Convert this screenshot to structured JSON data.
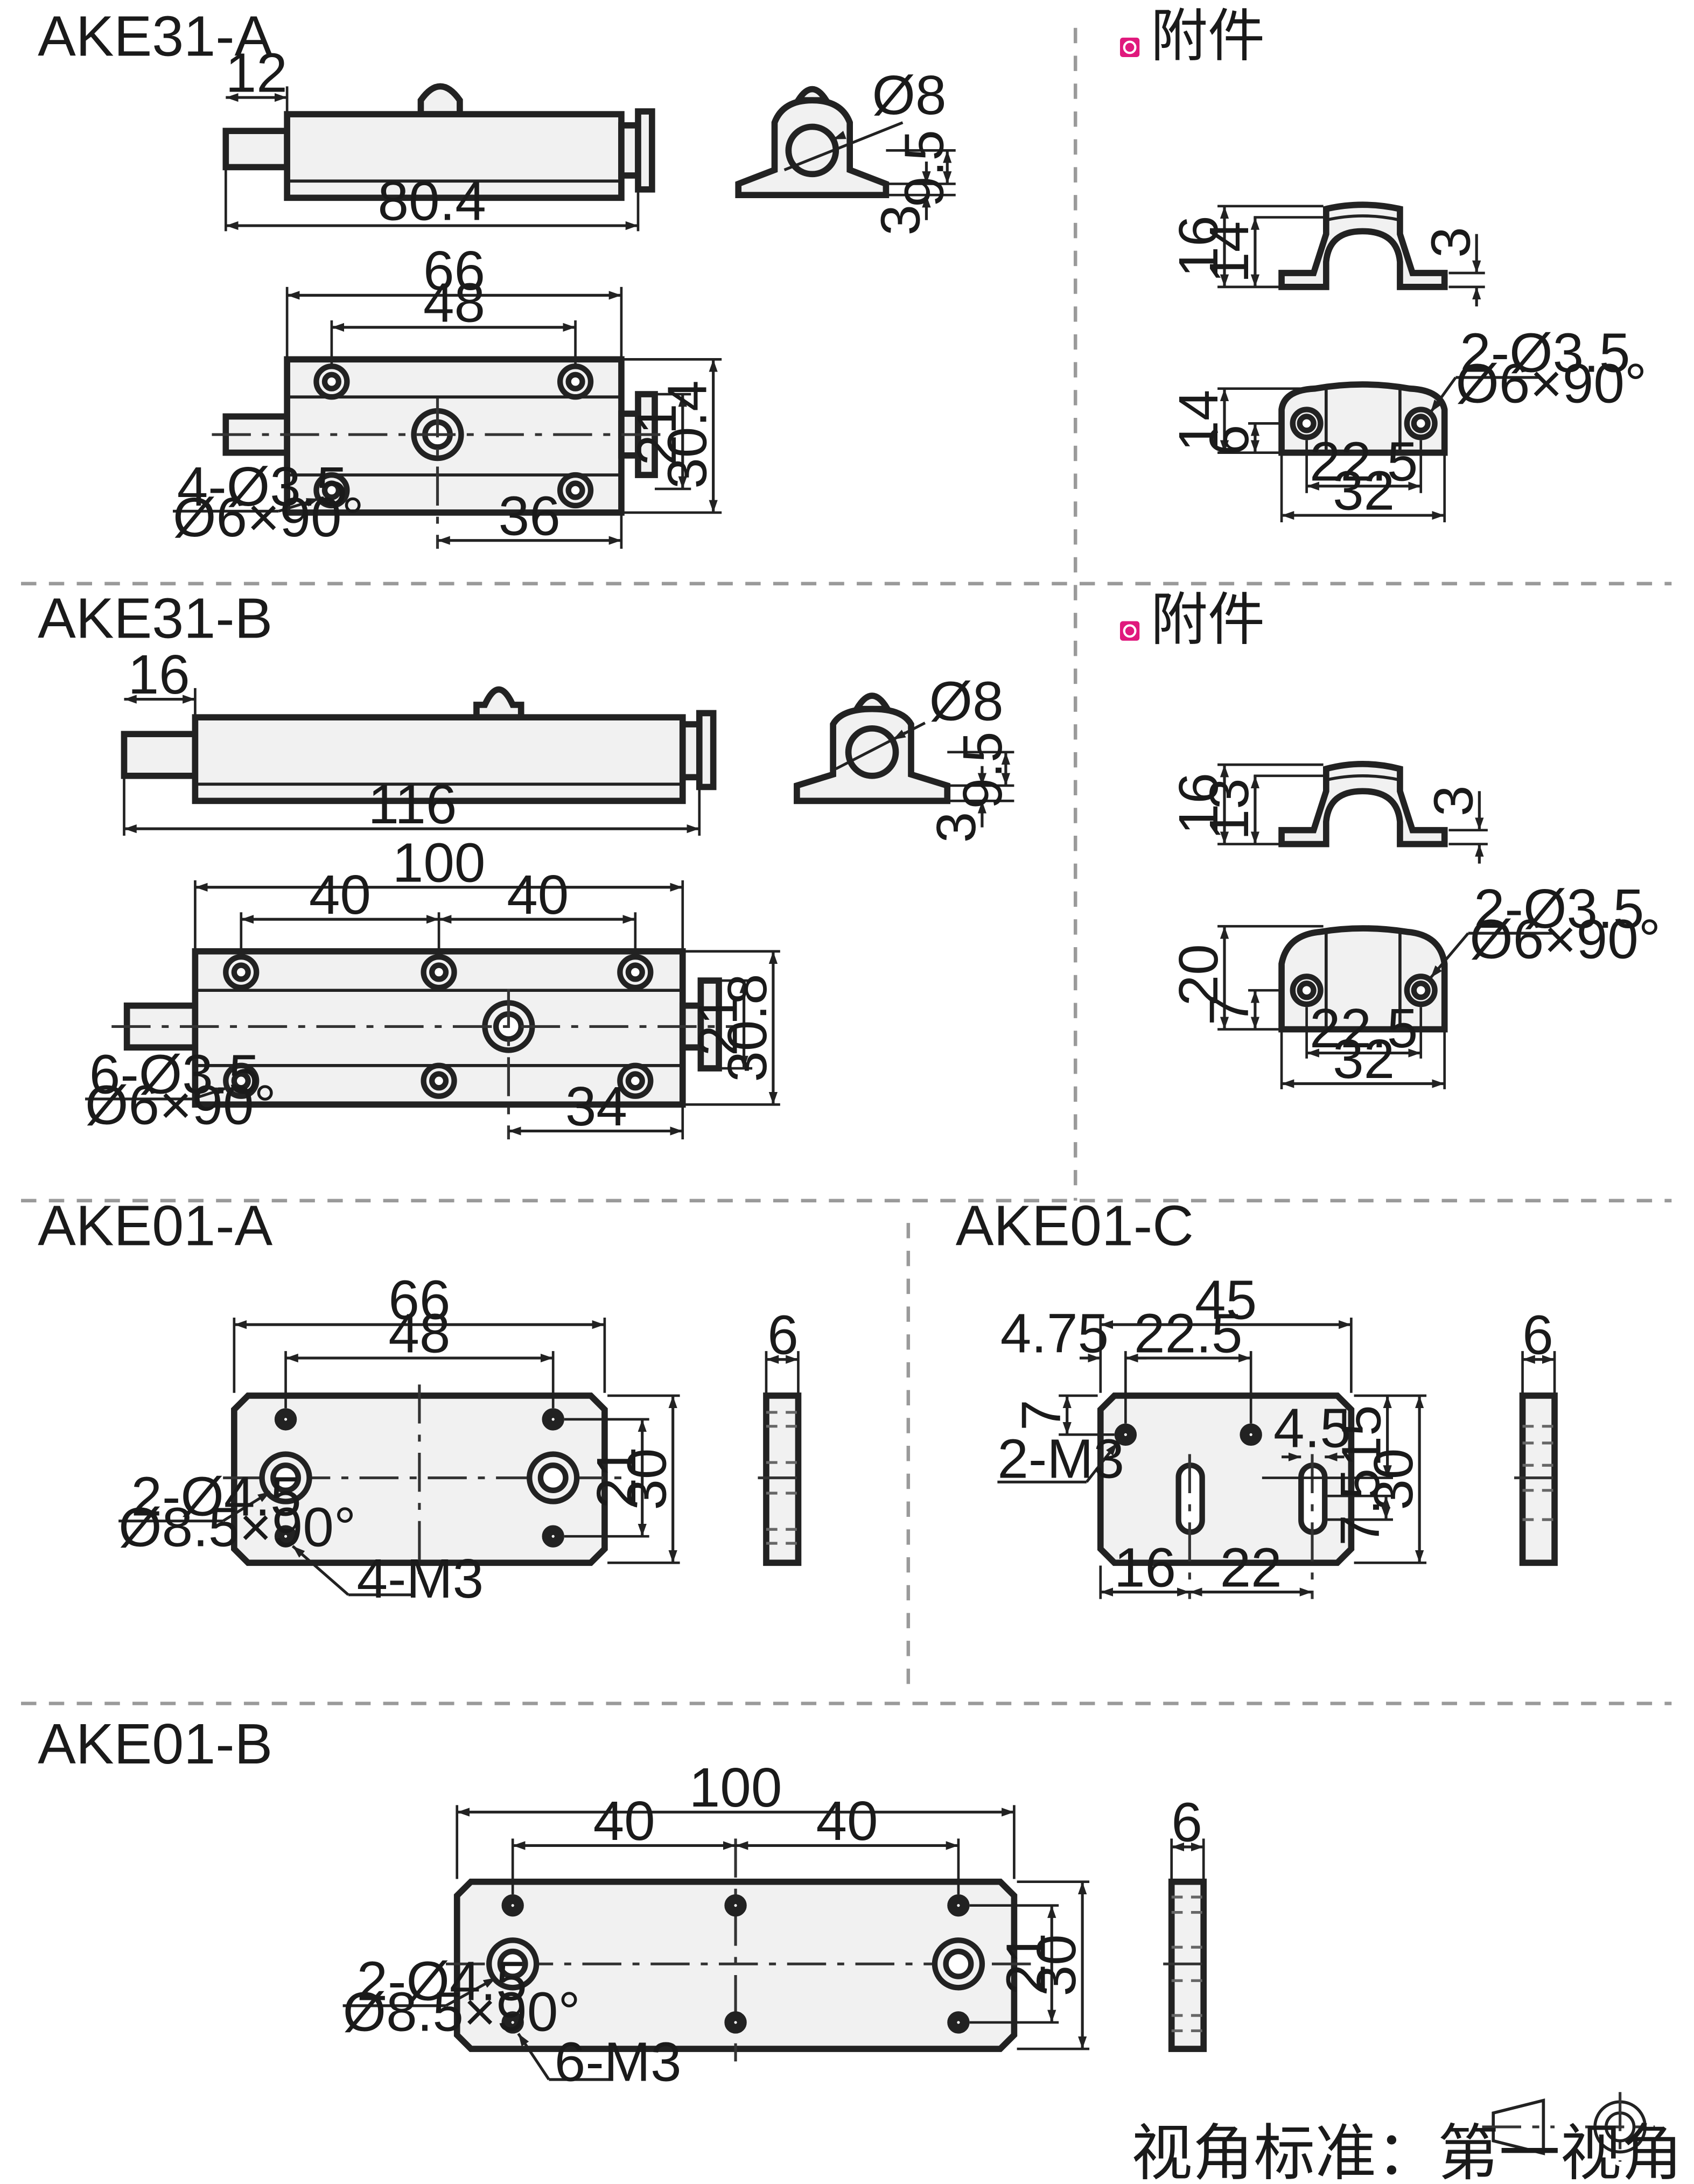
{
  "colors": {
    "title": "#2f86c6",
    "accessory_marker": "#e0197d",
    "line": "#222222",
    "fill": "#f1f1f1"
  },
  "sections": {
    "ake31a": {
      "title": "AKE31-A",
      "side_view": {
        "dims": [
          "12",
          "80.4"
        ]
      },
      "end_view": {
        "dims": [
          "Ø8",
          "9.5",
          "3"
        ]
      },
      "top_view": {
        "dims": [
          "66",
          "48",
          "21",
          "30.4",
          "36"
        ],
        "hole_callout": [
          "4-Ø3.5",
          "Ø6×90°"
        ]
      },
      "accessory": {
        "label": "附件",
        "side_dims": [
          "16",
          "14",
          "3"
        ],
        "plan_dims": [
          "14",
          "6",
          "22.5",
          "32"
        ],
        "hole_callout": [
          "2-Ø3.5",
          "Ø6×90°"
        ]
      }
    },
    "ake31b": {
      "title": "AKE31-B",
      "side_view": {
        "dims": [
          "16",
          "116"
        ]
      },
      "end_view": {
        "dims": [
          "Ø8",
          "9.5",
          "3"
        ]
      },
      "top_view": {
        "dims": [
          "100",
          "40",
          "40",
          "21",
          "30.8",
          "34"
        ],
        "hole_callout": [
          "6-Ø3.5",
          "Ø6×90°"
        ]
      },
      "accessory": {
        "label": "附件",
        "side_dims": [
          "16",
          "13",
          "3"
        ],
        "plan_dims": [
          "20",
          "7",
          "22.5",
          "32"
        ],
        "hole_callout": [
          "2-Ø3.5",
          "Ø6×90°"
        ]
      }
    },
    "ake01a": {
      "title": "AKE01-A",
      "dims": [
        "66",
        "48",
        "21",
        "30",
        "6"
      ],
      "callout_counterbore": [
        "2-Ø4.5",
        "Ø8.5×90°"
      ],
      "callout_thread": "4-M3"
    },
    "ake01c": {
      "title": "AKE01-C",
      "dims": [
        "45",
        "4.75",
        "22.5",
        "7",
        "15",
        "30",
        "4.5",
        "7.5",
        "16",
        "22",
        "6"
      ],
      "callout_thread": "2-M3"
    },
    "ake01b": {
      "title": "AKE01-B",
      "dims": [
        "100",
        "40",
        "40",
        "21",
        "30",
        "6"
      ],
      "callout_counterbore": [
        "2-Ø4.5",
        "Ø8.5×90°"
      ],
      "callout_thread": "6-M3"
    }
  },
  "footer": {
    "projection_label": "视角标准：第一视角"
  }
}
